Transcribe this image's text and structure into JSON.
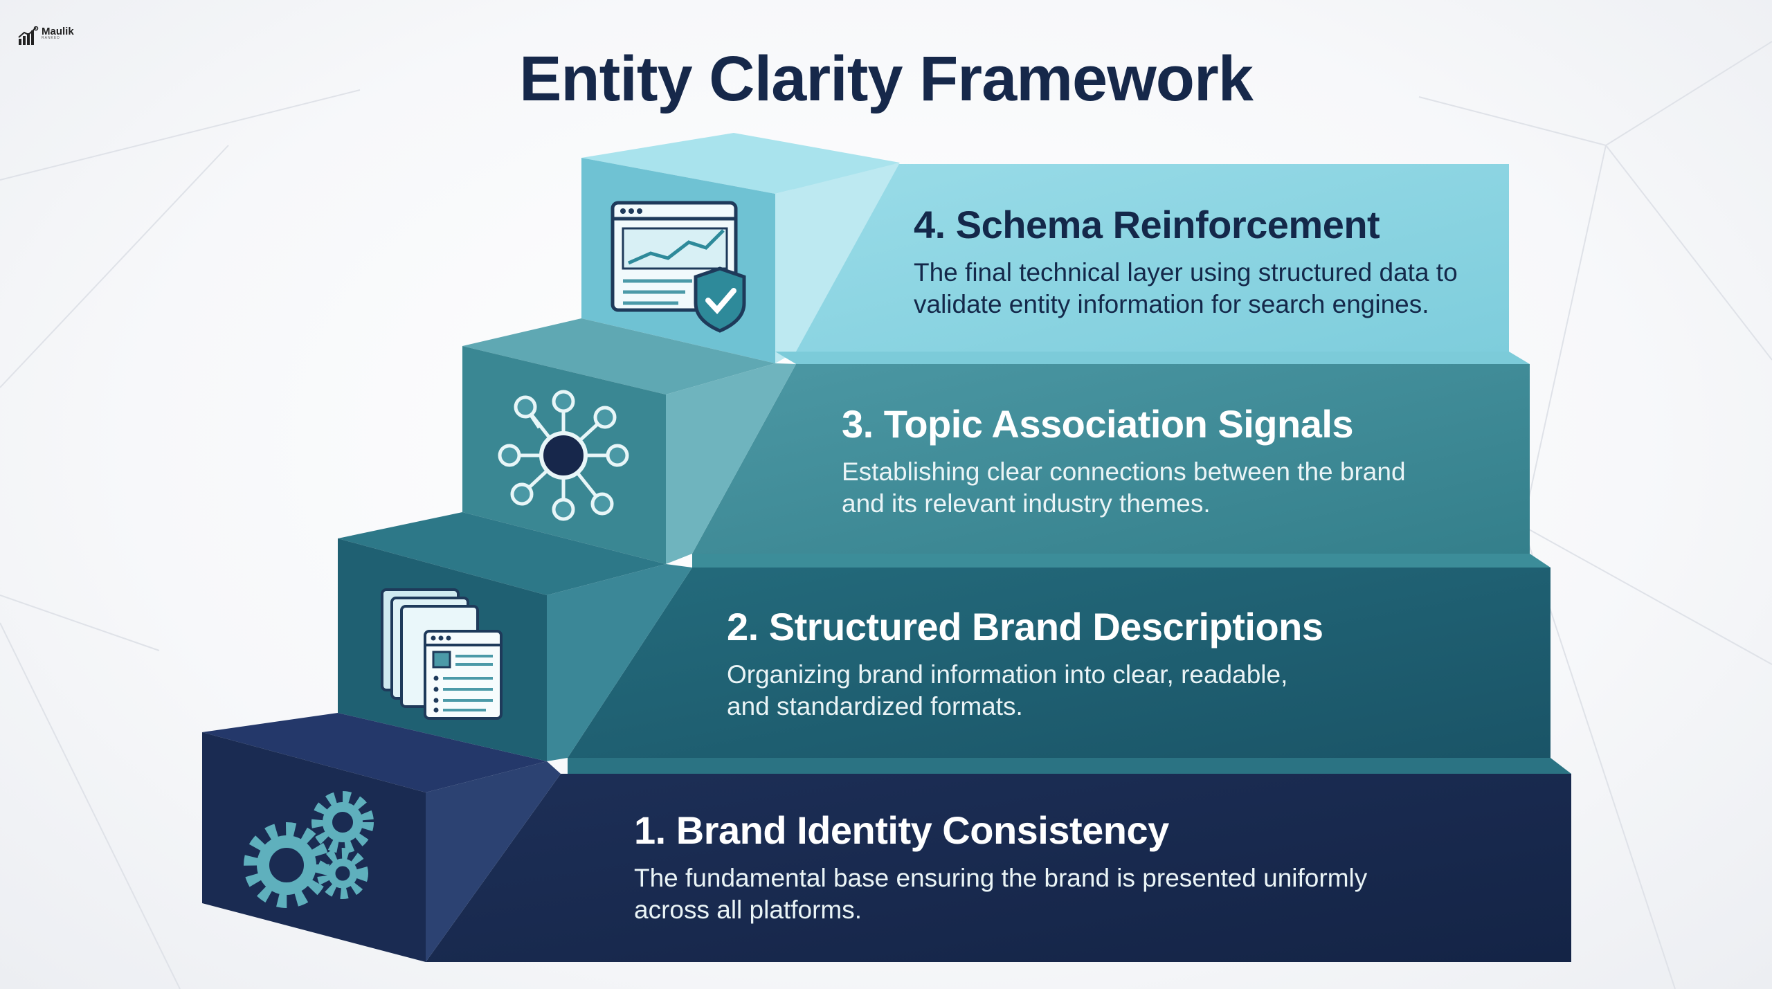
{
  "logo": {
    "name": "Maulik",
    "subtitle": "RANKED"
  },
  "title": "Entity Clarity Framework",
  "steps": [
    {
      "title": "1. Brand Identity Consistency",
      "description": "The fundamental base ensuring the brand is presented uniformly across all platforms.",
      "icon": "gears-icon"
    },
    {
      "title": "2. Structured Brand Descriptions",
      "description": "Organizing brand information into clear, readable, and standardized formats.",
      "icon": "documents-icon"
    },
    {
      "title": "3. Topic Association Signals",
      "description": "Establishing clear connections between the brand and its relevant industry themes.",
      "icon": "network-hub-icon"
    },
    {
      "title": "4. Schema Reinforcement",
      "description": "The final technical layer using structured data to validate entity information for search engines.",
      "icon": "chart-shield-icon"
    }
  ],
  "colors": {
    "title": "#16284a",
    "step1": "#17274b",
    "step2": "#1d5c6e",
    "step3": "#3e8c98",
    "step4": "#8ed6e3"
  }
}
